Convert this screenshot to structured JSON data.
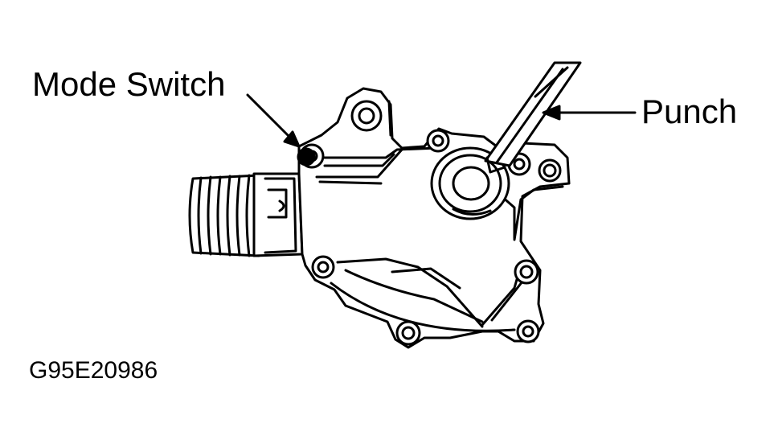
{
  "labels": {
    "mode_switch": "Mode Switch",
    "punch": "Punch",
    "figure_code": "G95E20986"
  }
}
